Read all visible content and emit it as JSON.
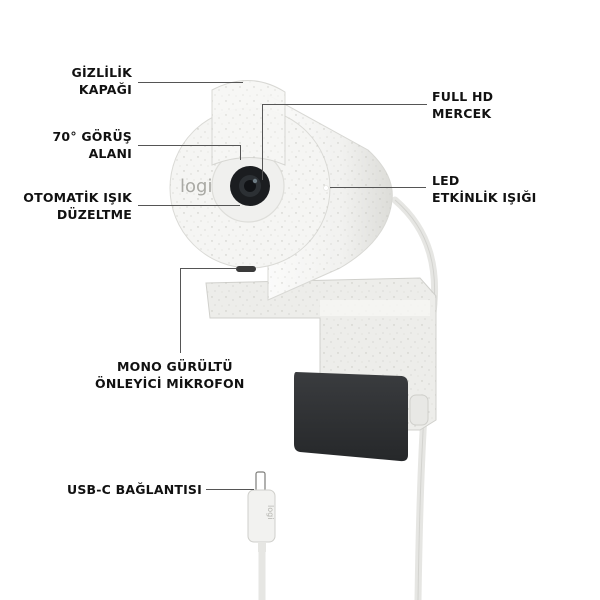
{
  "labels": {
    "privacy_cover": [
      "GİZLİLİK",
      "KAPAĞI"
    ],
    "fov": [
      "70° GÖRÜŞ",
      "ALANI"
    ],
    "auto_light": [
      "OTOMATİK IŞIK",
      "DÜZELTME"
    ],
    "lens": [
      "FULL HD",
      "MERCEK"
    ],
    "led": [
      "LED",
      "ETKİNLİK IŞIĞI"
    ],
    "mic": [
      "MONO GÜRÜLTÜ",
      "ÖNLEYİCİ MİKROFON"
    ],
    "usb": [
      "USB-C BAĞLANTISI"
    ]
  },
  "brand": {
    "logo_text": "logi",
    "connector_text": "logi"
  },
  "colors": {
    "body": "#f4f4f2",
    "shade": "#e3e3e0",
    "speckle": "#b9b9b3",
    "clip": "#2f3133",
    "lens": "#1b1d20",
    "leader": "#555555"
  }
}
